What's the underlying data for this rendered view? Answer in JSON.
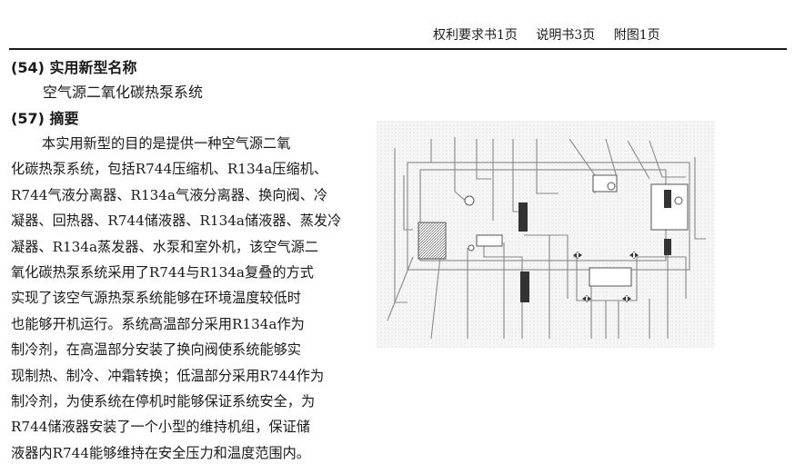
{
  "header": {
    "claims": "权利要求书1页",
    "description": "说明书3页",
    "drawings": "附图1页"
  },
  "section_54": {
    "heading": "(54) 实用新型名称",
    "title": "空气源二氧化碳热泵系统"
  },
  "section_57": {
    "heading": "(57) 摘要",
    "lines": [
      "本实用新型的目的是提供一种空气源二氧",
      "化碳热泵系统，包括R744压缩机、R134a压缩机、",
      "R744气液分离器、R134a气液分离器、换向阀、冷",
      "凝器、回热器、R744储液器、R134a储液器、蒸发冷",
      "凝器、R134a蒸发器、水泵和室外机，该空气源二",
      "氧化碳热泵系统采用了R744与R134a复叠的方式",
      "实现了该空气源热泵系统能够在环境温度较低时",
      "也能够开机运行。系统高温部分采用R134a作为",
      "制冷剂，在高温部分安装了换向阀使系统能够实",
      "现制热、制冷、冲霜转换；低温部分采用R744作为",
      "制冷剂，为使系统在停机时能够保证系统安全，为",
      "R744储液器安装了一个小型的维持机组，保证储",
      "液器内R744能够维持在安全压力和温度范围内。"
    ]
  }
}
